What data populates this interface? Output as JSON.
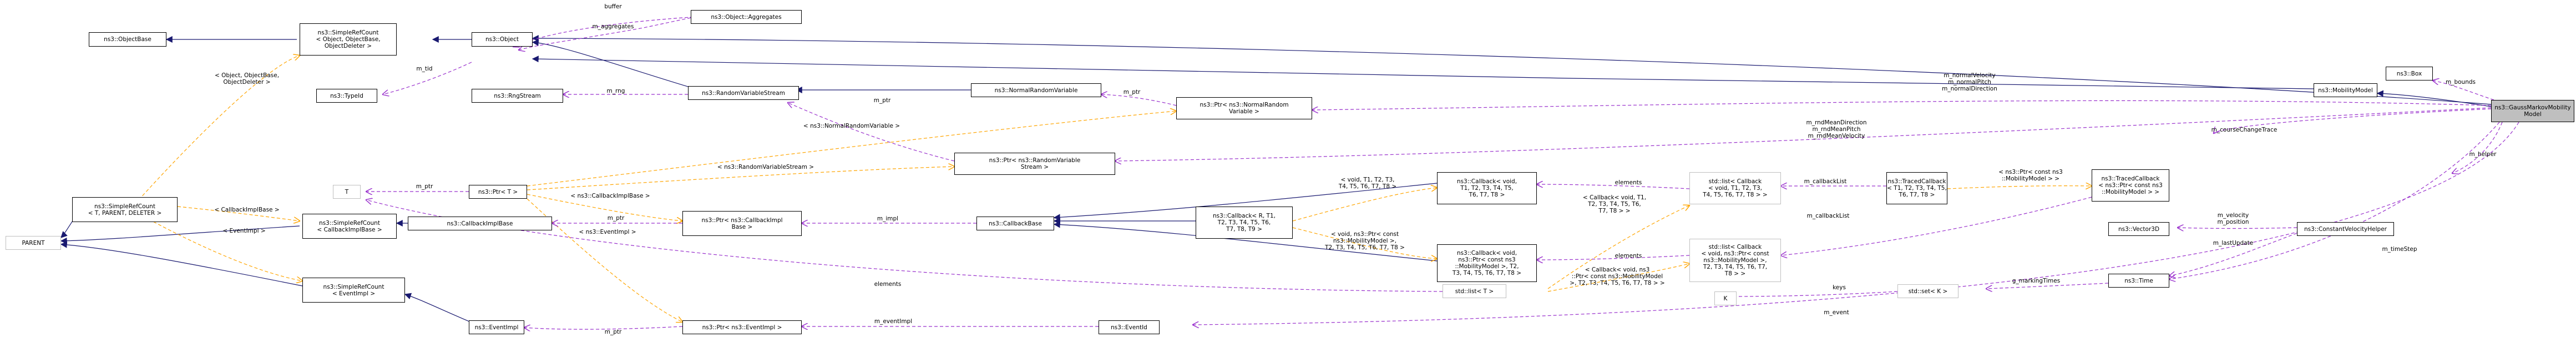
{
  "colors": {
    "inherit": "#191970",
    "usage": "#9a32cd",
    "template": "#ffa500",
    "node_border": "#000000",
    "node_border_missing": "#bfbfbf",
    "target_fill": "#bfbfbf"
  },
  "nodes": {
    "gaussmarkov": "ns3::GaussMarkovMobility\nModel",
    "mobilitymodel": "ns3::MobilityModel",
    "box": "ns3::Box",
    "tracedcallback": "ns3::TracedCallback\n< ns3::Ptr< const ns3\n::MobilityModel > >",
    "vector3d": "ns3::Vector3D",
    "cvhelper": "ns3::ConstantVelocityHelper",
    "time": "ns3::Time",
    "stdset_k": "std::set< K >",
    "k": "K",
    "object": "ns3::Object",
    "objectbase": "ns3::ObjectBase",
    "simplerefcount_object": "ns3::SimpleRefCount\n< Object, ObjectBase,\nObjectDeleter >",
    "typeid": "ns3::TypeId",
    "aggregates": "ns3::Object::Aggregates",
    "rvs": "ns3::RandomVariableStream",
    "rngstream": "ns3::RngStream",
    "normalrv": "ns3::NormalRandomVariable",
    "ptr_normalrv": "ns3::Ptr< ns3::NormalRandom\nVariable >",
    "ptr_rvs": "ns3::Ptr< ns3::RandomVariable\nStream >",
    "t": "T",
    "ptr_t": "ns3::Ptr< T >",
    "parent": "PARENT",
    "simplerefcount_t": "ns3::SimpleRefCount\n< T, PARENT, DELETER >",
    "simplerefcount_cbimpl": "ns3::SimpleRefCount\n< CallbackImplBase >",
    "callbackimplbase": "ns3::CallbackImplBase",
    "ptr_cbimplbase": "ns3::Ptr< ns3::CallbackImpl\nBase >",
    "callbackbase": "ns3::CallbackBase",
    "callback_r": "ns3::Callback< R, T1,\nT2, T3, T4, T5, T6,\nT7, T8, T9 >",
    "callback_void": "ns3::Callback< void,\nT1, T2, T3, T4, T5,\nT6, T7, T8 >",
    "callback_mm": "ns3::Callback< void,\nns3::Ptr< const ns3\n::MobilityModel >, T2,\nT3, T4, T5, T6, T7, T8 >",
    "stdlist_cb": "std::list< Callback\n< void, T1, T2, T3,\nT4, T5, T6, T7, T8 > >",
    "stdlist_cbmm": "std::list< Callback\n< void, ns3::Ptr< const\nns3::MobilityModel >,\nT2, T3, T4, T5, T6, T7,\nT8 > >",
    "tracedcallback_t": "ns3::TracedCallback\n< T1, T2, T3, T4, T5,\nT6, T7, T8 >",
    "stdlist_t": "std::list< T >",
    "simplerefcount_eventimpl": "ns3::SimpleRefCount\n< EventImpl >",
    "eventimpl": "ns3::EventImpl",
    "ptr_eventimpl": "ns3::Ptr< ns3::EventImpl >",
    "eventid": "ns3::EventId"
  },
  "edge_labels": {
    "buffer": "buffer",
    "m_aggregates": "m_aggregates",
    "m_tid": "m_tid",
    "m_rng": "m_rng",
    "m_ptr_normal": "m_ptr",
    "m_ptr_rvs": "m_ptr",
    "m_ptr_t": "m_ptr",
    "m_ptr_cbimpl": "m_ptr",
    "m_ptr_eventimpl": "m_ptr",
    "m_impl": "m_impl",
    "m_eventimpl": "m_eventImpl",
    "elements_cb": "elements",
    "elements_cbmm": "elements",
    "elements_t": "elements",
    "m_callbacklist": "m_callbackList",
    "m_callbacklist2": "m_callbackList",
    "keys": "keys",
    "g_markingtimes": "g_markingTimes",
    "m_bounds": "m_bounds",
    "m_helper": "m_helper",
    "m_velocity_position": "m_velocity\nm_position",
    "m_lastupdate": "m_lastUpdate",
    "m_timestep": "m_timeStep",
    "m_event": "m_event",
    "m_coursechangetrace": "m_courseChangeTrace",
    "m_normal": "m_normalVelocity\nm_normalPitch\nm_normalDirection",
    "m_mean": "m_rndMeanDirection\nm_rndMeanPitch\nm_rndMeanVelocity",
    "tmpl_object": "< Object, ObjectBase,\nObjectDeleter >",
    "tmpl_cbimplbase_src": "< CallbackImplBase >",
    "tmpl_eventimpl_src": "< EventImpl >",
    "tmpl_normalrv": "< ns3::NormalRandomVariable >",
    "tmpl_rvs": "< ns3::RandomVariableStream >",
    "tmpl_cbimplbase_ptr": "< ns3::CallbackImplBase >",
    "tmpl_eventimpl_ptr": "< ns3::EventImpl >",
    "tmpl_void": "< void, T1, T2, T3,\nT4, T5, T6, T7, T8 >",
    "tmpl_void_mm": "< void, ns3::Ptr< const\nns3::MobilityModel >,\nT2, T3, T4, T5, T6, T7, T8 >",
    "tmpl_cb_void": "< Callback< void, T1,\nT2, T3, T4, T5, T6,\nT7, T8 > >",
    "tmpl_cb_void_mm": "< Callback< void, ns3\n::Ptr< const ns3::MobilityModel\n>, T2, T3, T4, T5, T6, T7, T8 > >",
    "tmpl_traced": "< ns3::Ptr< const ns3\n::MobilityModel > >"
  }
}
